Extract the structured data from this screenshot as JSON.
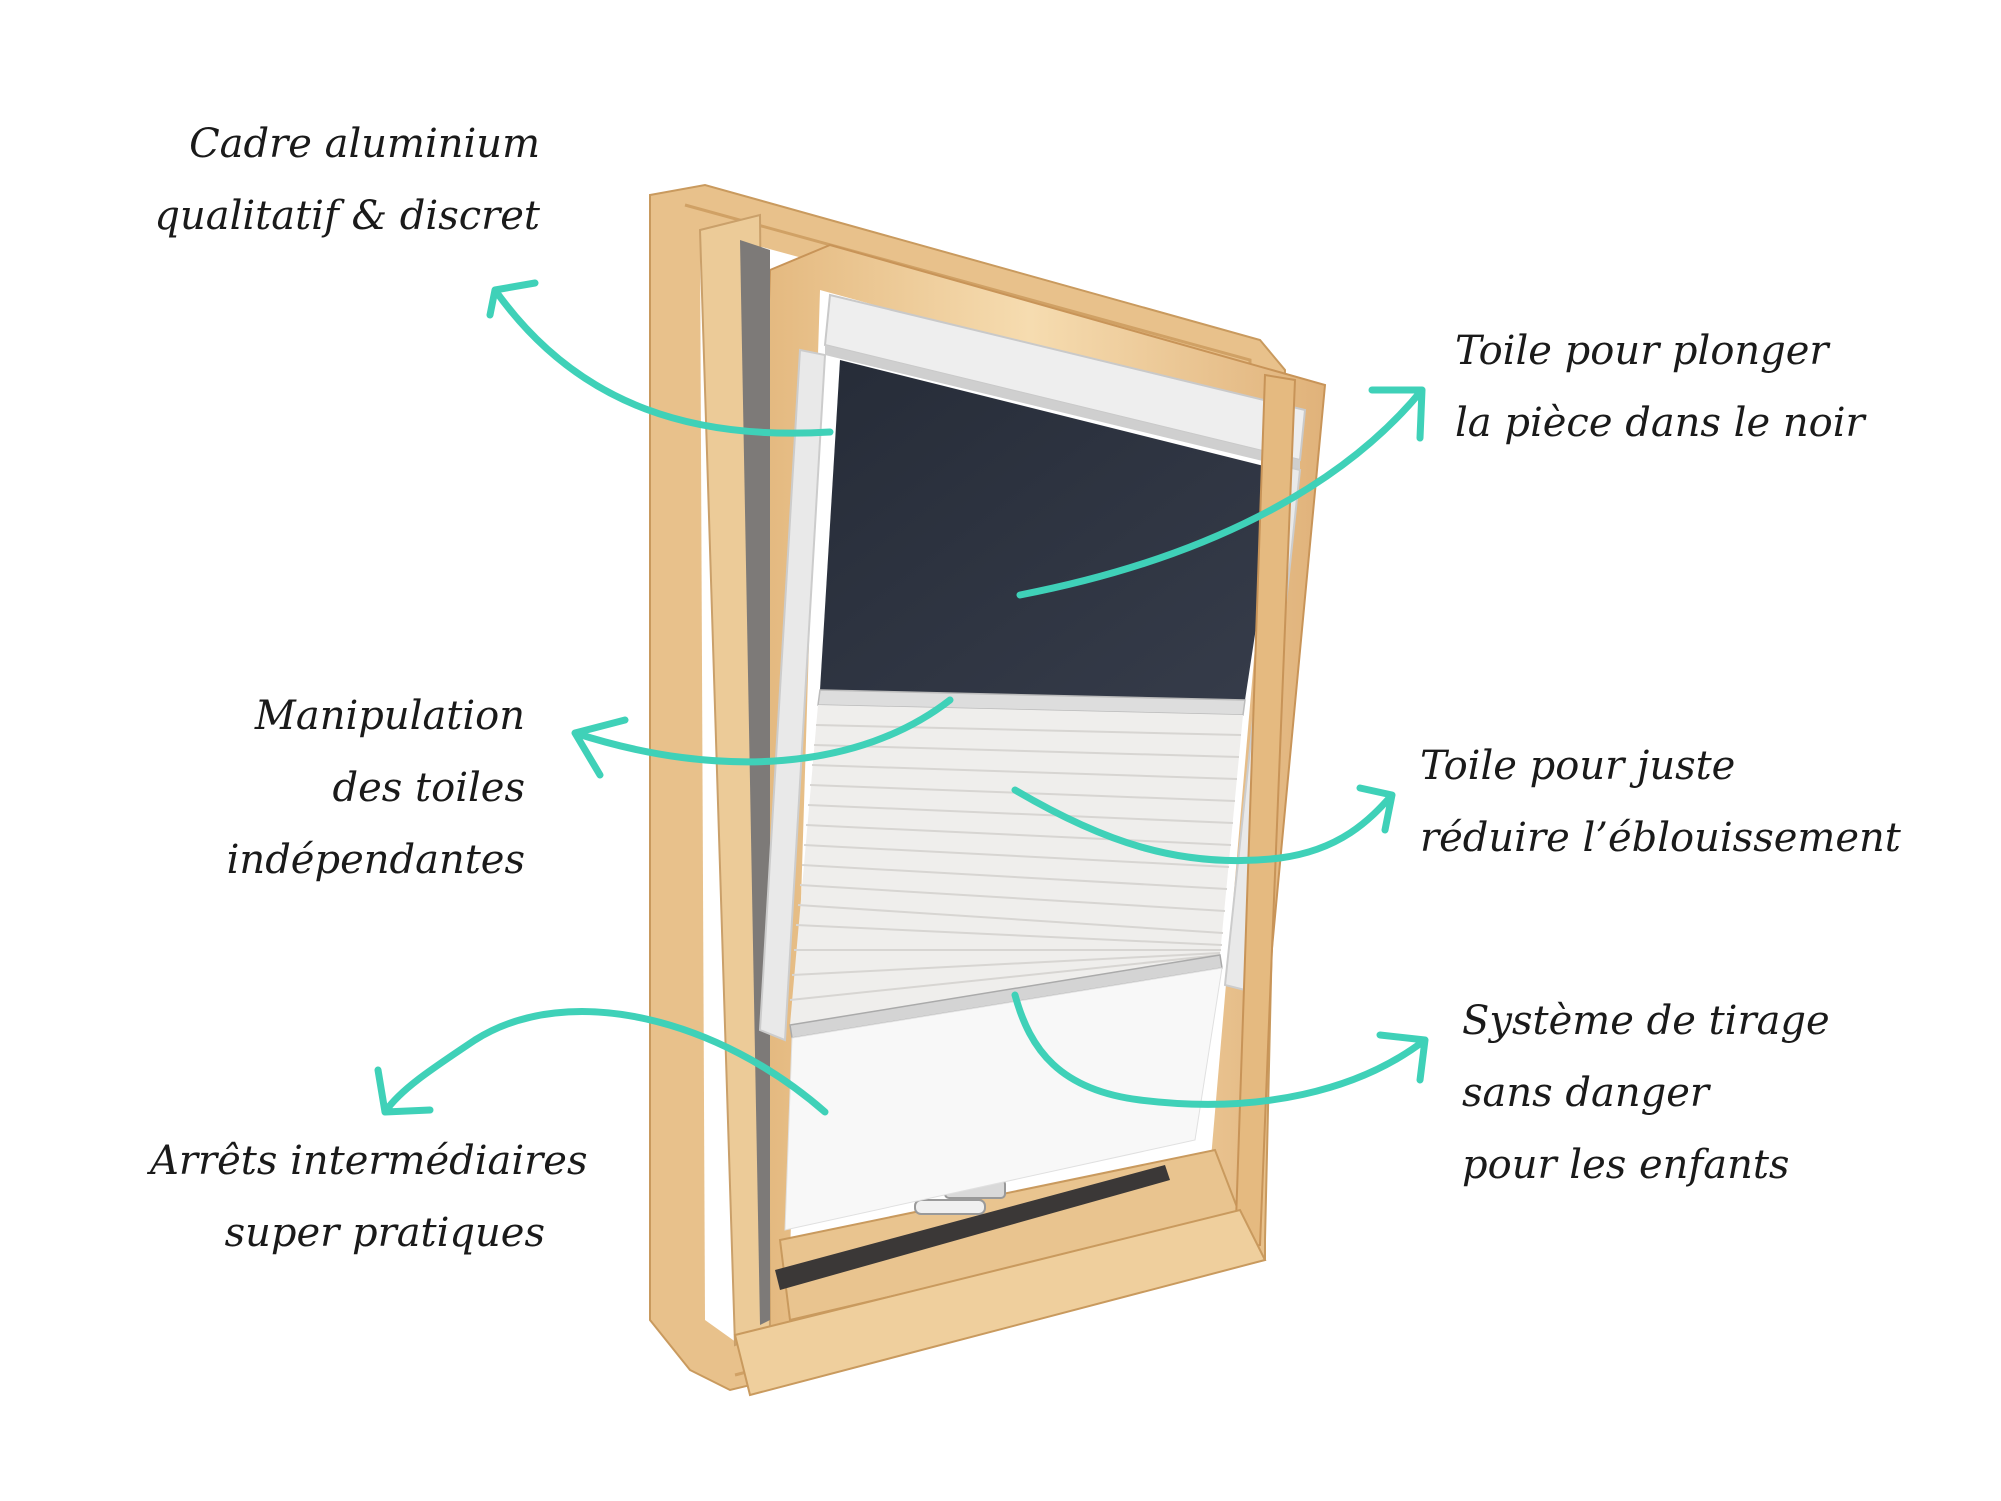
{
  "colors": {
    "arrow": "#3fd1b8",
    "wood_light": "#f3d6a6",
    "wood_mid": "#e7bf86",
    "wood_dark": "#d9a969",
    "blackout": "#2e3441",
    "pleated": "#ecebea",
    "aluminium": "#e6e6e6",
    "glass": "#f7f7f7"
  },
  "annotations": [
    {
      "id": "cadre",
      "lines": [
        "Cadre aluminium",
        "qualitatif & discret"
      ]
    },
    {
      "id": "toile-noir",
      "lines": [
        "Toile pour plonger",
        "la pièce dans le noir"
      ]
    },
    {
      "id": "manipulation",
      "lines": [
        "Manipulation",
        "des toiles",
        "indépendantes"
      ]
    },
    {
      "id": "toile-eblouissement",
      "lines": [
        "Toile pour juste",
        "réduire l’éblouissement"
      ]
    },
    {
      "id": "arrets",
      "lines": [
        "Arrêts intermédiaires",
        "super pratiques"
      ]
    },
    {
      "id": "tirage",
      "lines": [
        "Système de tirage",
        "sans danger",
        "pour les enfants"
      ]
    }
  ]
}
